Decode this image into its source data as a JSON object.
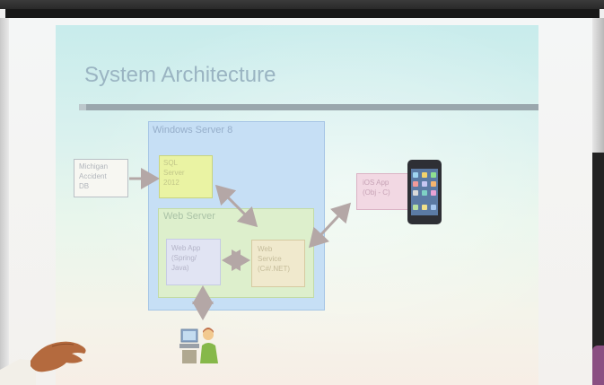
{
  "slide": {
    "title": "System Architecture",
    "windows_server": "Windows Server 8",
    "michigan_db": "Michigan\nAccident\nDB",
    "sql_server": "SQL\nServer\n2012",
    "web_server": "Web Server",
    "web_app": "Web App\n(Spring/\nJava)",
    "web_service": "Web\nService\n(C#/.NET)",
    "ios_app": "iOS App\n(Obj - C)"
  },
  "colors": {
    "windows_server": "#c6dff5",
    "sql_server": "#eaf3a3",
    "web_server": "#ddefcc",
    "web_app": "#e1e4f3",
    "web_service": "#f0e9cd",
    "ios_app": "#f2d8e3",
    "arrows": "#b4a7a6"
  }
}
